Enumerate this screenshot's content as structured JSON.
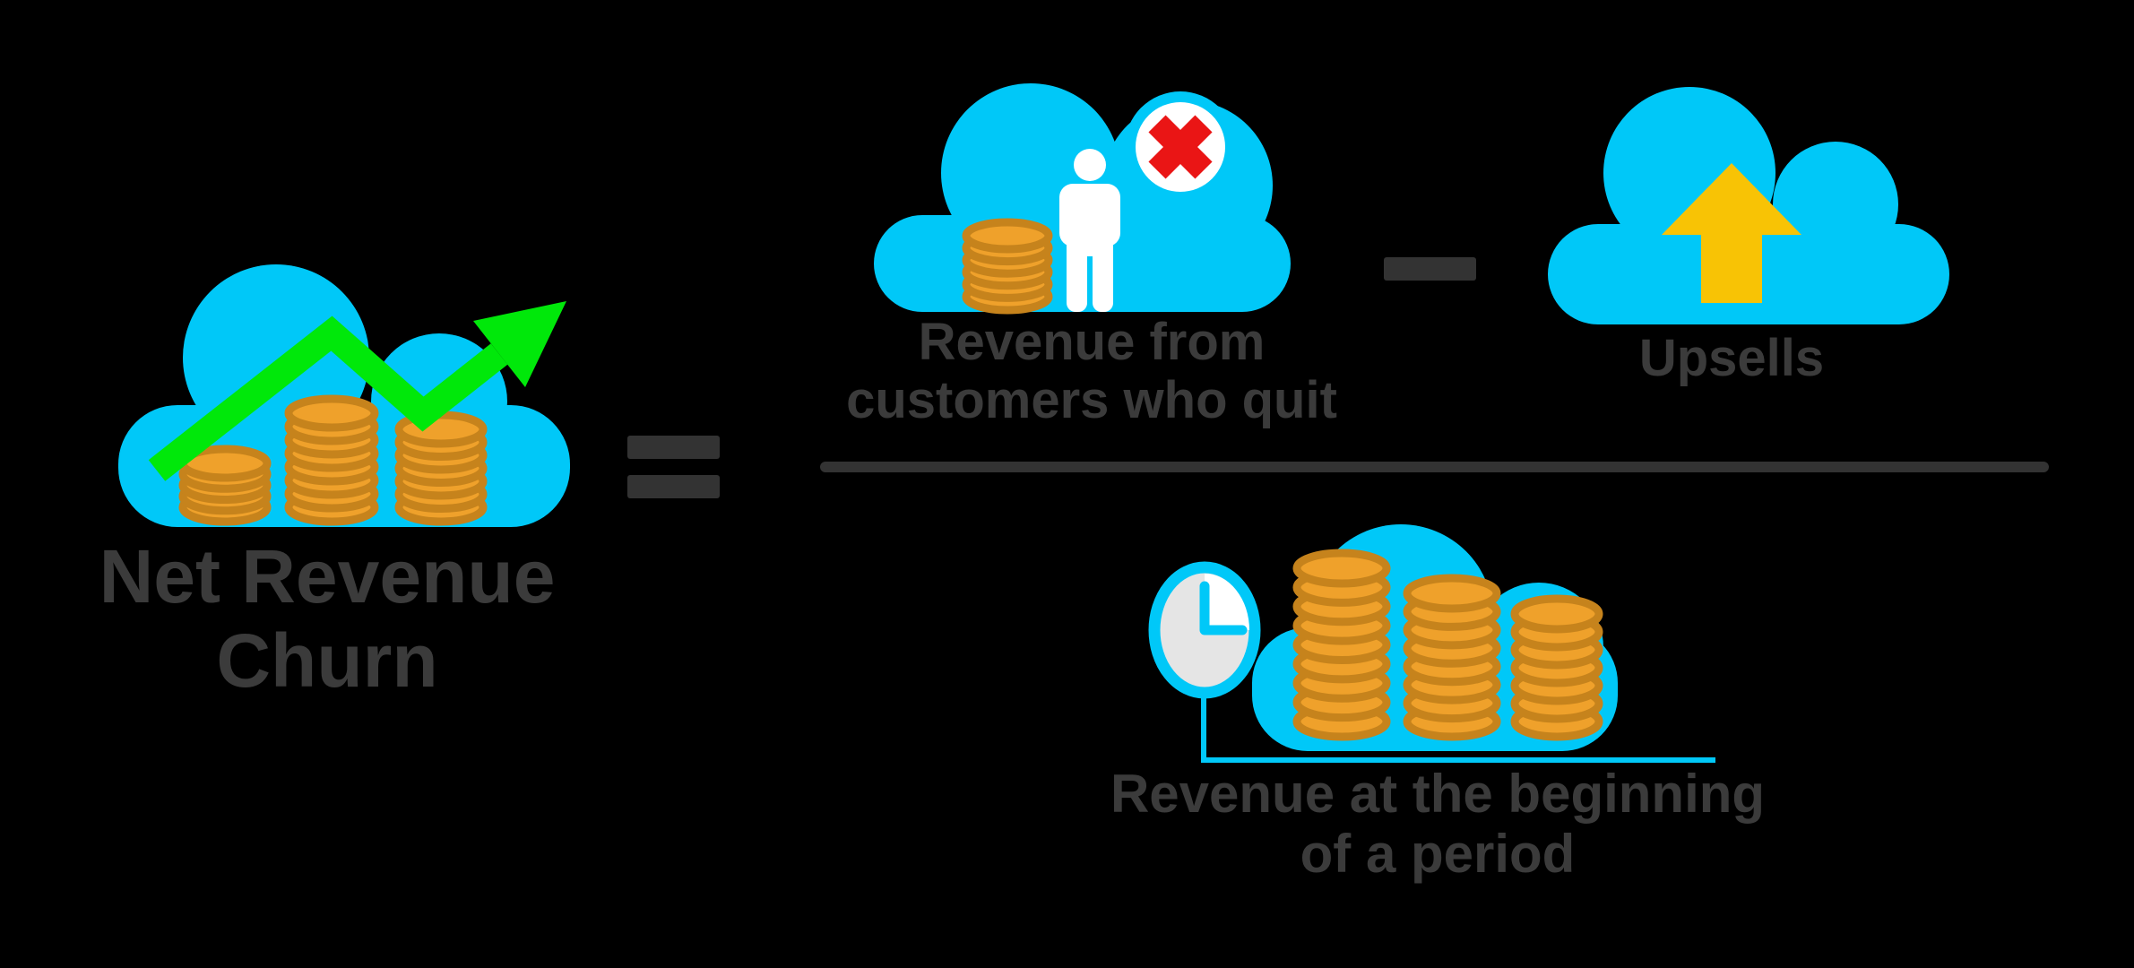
{
  "diagram": {
    "title_term": {
      "line1": "Net Revenue",
      "line2": "Churn"
    },
    "numerator_left": {
      "line1": "Revenue from",
      "line2": "customers who quit"
    },
    "numerator_right": {
      "label": "Upsells"
    },
    "denominator": {
      "line1": "Revenue at the beginning",
      "line2": "of a period"
    },
    "operators": {
      "equals": "=",
      "minus": "−",
      "division": "fraction-bar"
    }
  },
  "icons": {
    "result": "cloud-with-coins-and-growth-arrow",
    "numerator_left": "cloud-with-coins-person-and-cancel-badge",
    "numerator_right": "cloud-with-up-arrow",
    "denominator": "cloud-with-coins-and-clock"
  },
  "colors": {
    "background": "#000000",
    "cloud_cyan": "#00C8F8",
    "growth_green": "#00E80A",
    "upsell_gold": "#F8C305",
    "cancel_red": "#EA1515",
    "coin_fill": "#EFA12B",
    "coin_edge": "#C6831C",
    "label_gray": "#3B3B3B",
    "operator_gray": "#333333",
    "clock_face": "#E5E5E5",
    "white": "#FFFFFF"
  }
}
